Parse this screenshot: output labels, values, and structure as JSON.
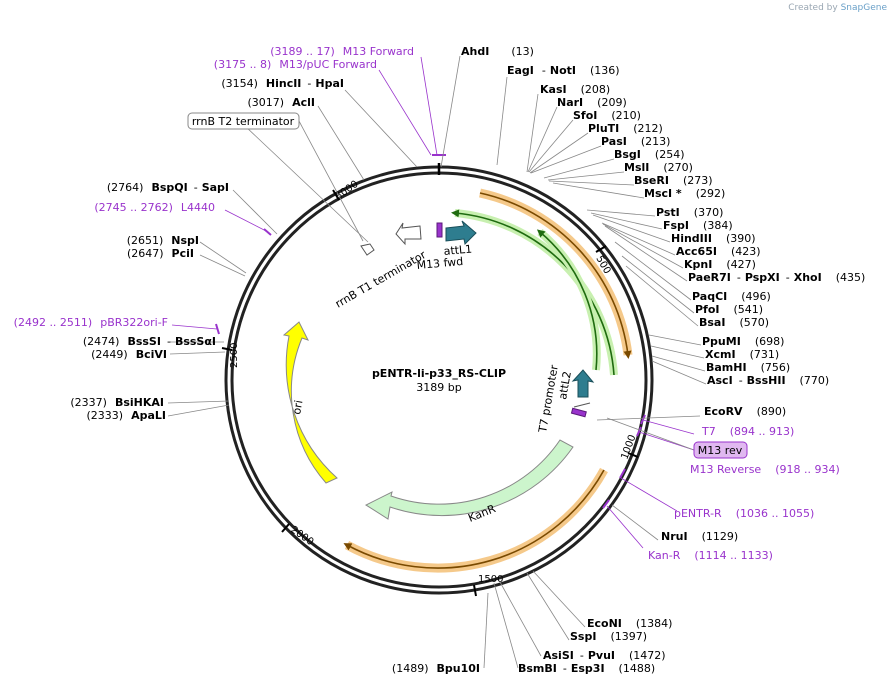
{
  "credit": {
    "prefix": "Created by",
    "brand": "SnapGene"
  },
  "plasmid": {
    "name": "pENTR-li-p33_RS-CLIP",
    "size": "3189 bp"
  },
  "features": {
    "rrnB_T2": "rrnB T2 terminator",
    "rrnB_T1": "rrnB T1 terminator",
    "attL1": "attL1",
    "m13fwd": "M13 fwd",
    "attL2": "attL2",
    "t7promoter": "T7 promoter",
    "ori": "ori",
    "kanr": "KanR",
    "m13rev": "M13 rev"
  },
  "ticks": [
    "500",
    "1000",
    "1500",
    "2000",
    "2500",
    "3000"
  ],
  "sites_right": [
    {
      "name": "AhdI",
      "pos": "(13)"
    },
    {
      "name": "EagI",
      "sep": "-",
      "name2": "NotI",
      "pos": "(136)"
    },
    {
      "name": "KasI",
      "pos": "(208)"
    },
    {
      "name": "NarI",
      "pos": "(209)"
    },
    {
      "name": "SfoI",
      "pos": "(210)"
    },
    {
      "name": "PluTI",
      "pos": "(212)"
    },
    {
      "name": "PasI",
      "pos": "(213)"
    },
    {
      "name": "BsgI",
      "pos": "(254)"
    },
    {
      "name": "MslI",
      "pos": "(270)"
    },
    {
      "name": "BseRI",
      "pos": "(273)"
    },
    {
      "name": "MscI *",
      "pos": "(292)"
    },
    {
      "name": "PstI",
      "pos": "(370)"
    },
    {
      "name": "FspI",
      "pos": "(384)"
    },
    {
      "name": "HindIII",
      "pos": "(390)"
    },
    {
      "name": "Acc65I",
      "pos": "(423)"
    },
    {
      "name": "KpnI",
      "pos": "(427)"
    },
    {
      "name": "PaeR7I",
      "sep": "-",
      "name2": "PspXI",
      "sep2": "-",
      "name3": "XhoI",
      "pos": "(435)"
    },
    {
      "name": "PaqCI",
      "pos": "(496)"
    },
    {
      "name": "PfoI",
      "pos": "(541)"
    },
    {
      "name": "BsaI",
      "pos": "(570)"
    },
    {
      "name": "PpuMI",
      "pos": "(698)"
    },
    {
      "name": "XcmI",
      "pos": "(731)"
    },
    {
      "name": "BamHI",
      "pos": "(756)"
    },
    {
      "name": "AscI",
      "sep": "-",
      "name2": "BssHII",
      "pos": "(770)"
    },
    {
      "name": "EcoRV",
      "pos": "(890)"
    },
    {
      "name": "NruI",
      "pos": "(1129)"
    },
    {
      "name": "EcoNI",
      "pos": "(1384)"
    },
    {
      "name": "SspI",
      "pos": "(1397)"
    },
    {
      "name": "AsiSI",
      "sep": "-",
      "name2": "PvuI",
      "pos": "(1472)"
    },
    {
      "name": "BsmBI",
      "sep": "-",
      "name2": "Esp3I",
      "pos": "(1488)"
    }
  ],
  "sites_left": [
    {
      "pos": "(3154)",
      "name": "HincII",
      "sep": "-",
      "name2": "HpaI"
    },
    {
      "pos": "(3017)",
      "name": "AclI"
    },
    {
      "pos": "(2764)",
      "name": "BspQI",
      "sep": "-",
      "name2": "SapI"
    },
    {
      "pos": "(2651)",
      "name": "NspI"
    },
    {
      "pos": "(2647)",
      "name": "PciI"
    },
    {
      "pos": "(2474)",
      "name": "BssSI",
      "sep": "-",
      "name2": "BssSαI"
    },
    {
      "pos": "(2449)",
      "name": "BciVI"
    },
    {
      "pos": "(2337)",
      "name": "BsiHKAI"
    },
    {
      "pos": "(2333)",
      "name": "ApaLI"
    },
    {
      "pos": "(1489)",
      "name": "Bpu10I"
    }
  ],
  "primers": {
    "m13forward": {
      "range": "(3189 .. 17)",
      "name": "M13 Forward"
    },
    "m13puc": {
      "range": "(3175 .. 8)",
      "name": "M13/pUC Forward"
    },
    "l4440": {
      "range": "(2745 .. 2762)",
      "name": "L4440"
    },
    "pbr322": {
      "range": "(2492 .. 2511)",
      "name": "pBR322ori-F"
    },
    "t7": {
      "name": "T7",
      "range": "(894 .. 913)"
    },
    "m13reverse": {
      "name": "M13 Reverse",
      "range": "(918 .. 934)"
    },
    "pentrR": {
      "name": "pENTR-R",
      "range": "(1036 .. 1055)"
    },
    "kanR": {
      "name": "Kan-R",
      "range": "(1114 .. 1133)"
    }
  },
  "colors": {
    "ori": "#ffff00",
    "kanr": "#ccf5cc",
    "attl": "#2e7d8f",
    "primer": "#9933cc",
    "orange": "#e8a040",
    "green": "#3aa820"
  }
}
